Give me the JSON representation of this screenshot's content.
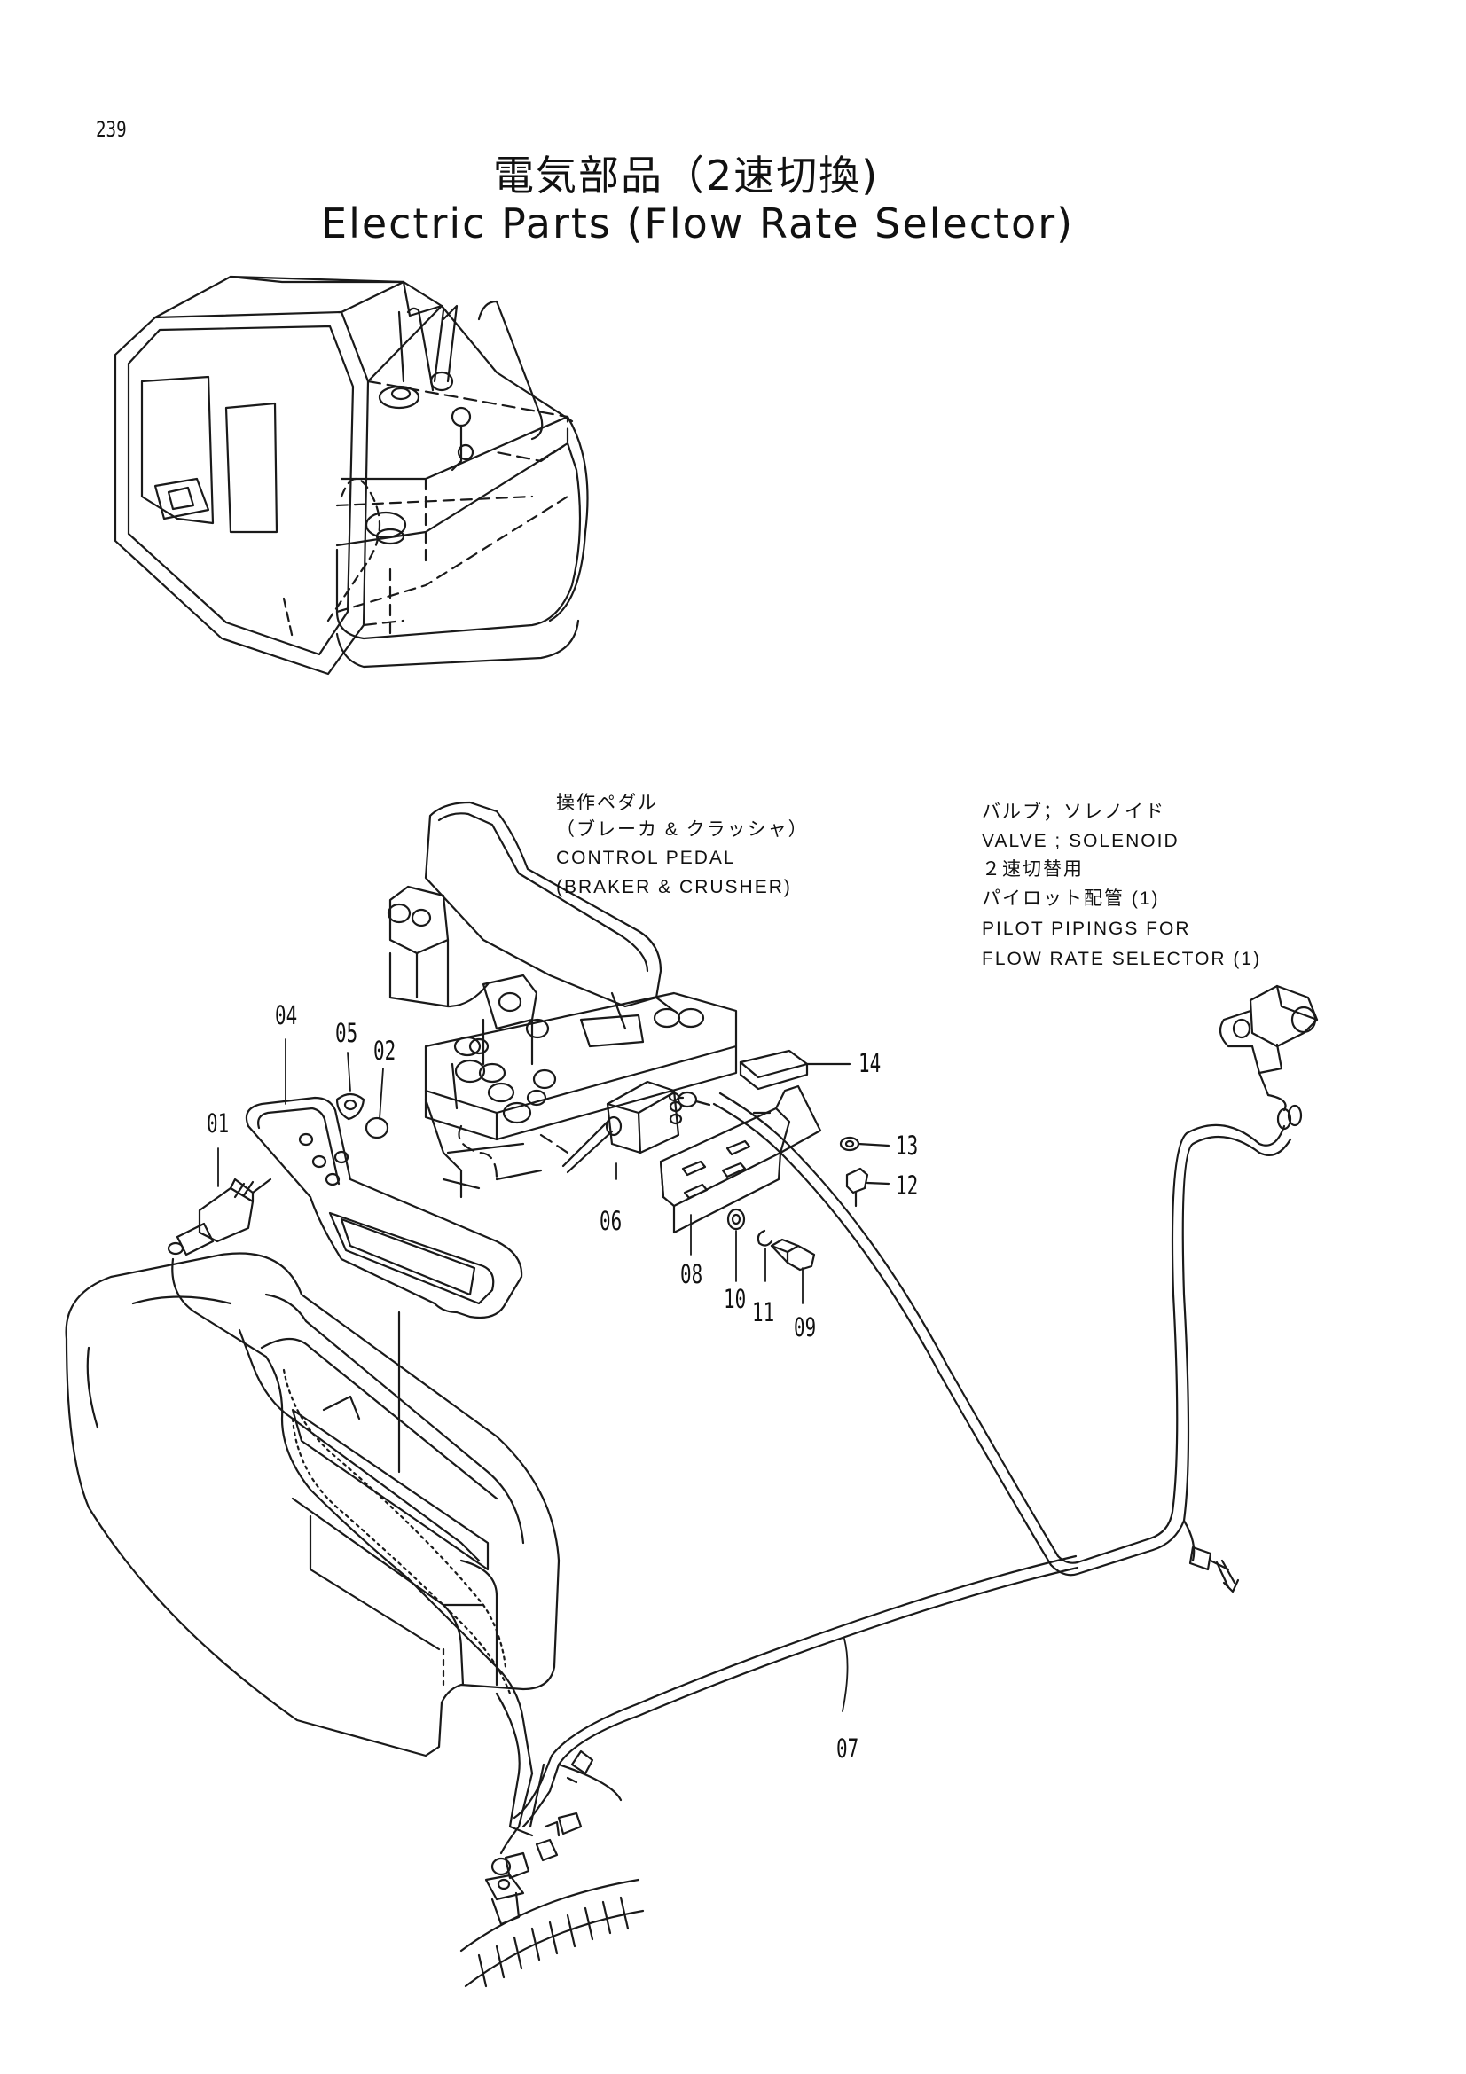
{
  "page": {
    "number": "239",
    "title_jp": "電気部品（2速切換)",
    "title_en": "Electric Parts (Flow Rate Selector)"
  },
  "notes": {
    "control_pedal": [
      "操作ペダル",
      "（ブレーカ & クラッシャ）",
      "CONTROL PEDAL",
      "(BRAKER & CRUSHER)"
    ],
    "valve_solenoid": [
      "バルブ；ソレノイド",
      "VALVE ; SOLENOID",
      "２速切替用",
      "パイロット配管 (1)",
      "PILOT PIPINGS FOR",
      "FLOW RATE SELECTOR (1)"
    ]
  },
  "callouts": [
    "01",
    "02",
    "04",
    "05",
    "06",
    "07",
    "08",
    "09",
    "10",
    "11",
    "12",
    "13",
    "14"
  ]
}
